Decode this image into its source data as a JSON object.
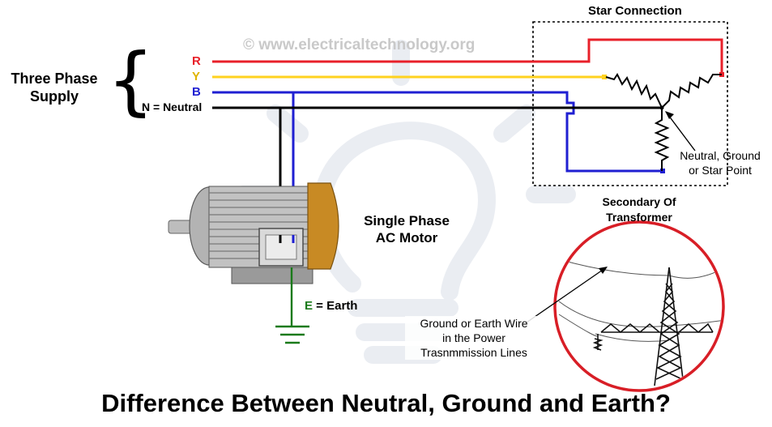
{
  "watermark": "© www.electricaltechnology.org",
  "supply": {
    "title_line1": "Three Phase",
    "title_line2": "Supply",
    "brace": "{",
    "r_label": "R",
    "y_label": "Y",
    "b_label": "B",
    "n_label": "N = Neutral"
  },
  "star": {
    "title": "Star Connection",
    "point_line1": "Neutral, Ground",
    "point_line2": "or Star Point",
    "transformer_line1": "Secondary Of",
    "transformer_line2": "Transformer"
  },
  "motor": {
    "label_line1": "Single Phase",
    "label_line2": "AC Motor",
    "earth_letter": "E",
    "earth_rest": " = Earth"
  },
  "tower": {
    "label_line1": "Ground or Earth Wire",
    "label_line2": "in the Power",
    "label_line3": "Trasnmmission Lines"
  },
  "footer": {
    "title": "Difference Between Neutral, Ground and Earth?"
  },
  "colors": {
    "red_phase": "#e8202a",
    "yellow_phase": "#ffd21f",
    "blue_phase": "#1f1fd2",
    "neutral": "#000000",
    "earth": "#1a7a1a",
    "circle_border": "#d81e26",
    "watermark": "#c9c9c9"
  }
}
